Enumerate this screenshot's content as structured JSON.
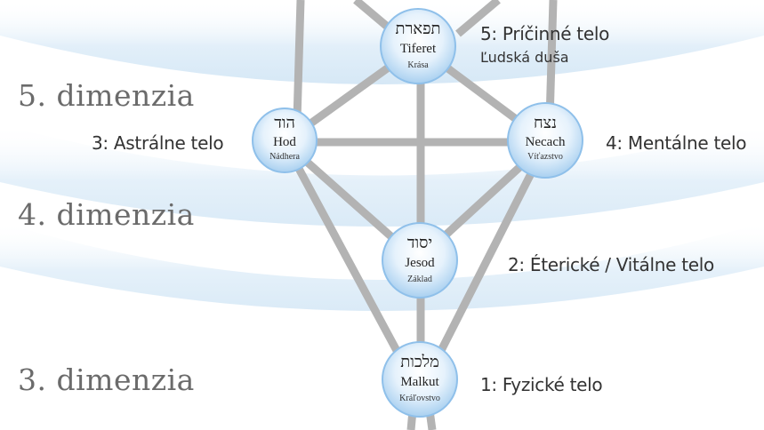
{
  "colors": {
    "band": "#dcecf8",
    "path": "#b3b3b3",
    "node_fill": "#cfe6f8",
    "node_edge": "#7fb6e6",
    "text": "#333333"
  },
  "dimensions": [
    "5. dimenzia",
    "4. dimenzia",
    "3. dimenzia"
  ],
  "nodes": {
    "tiferet": {
      "hebrew": "תפארת",
      "name": "Tiferet",
      "meaning": "Krása"
    },
    "hod": {
      "hebrew": "הוד",
      "name": "Hod",
      "meaning": "Nádhera"
    },
    "necach": {
      "hebrew": "נצח",
      "name": "Necach",
      "meaning": "Víťazstvo"
    },
    "jesod": {
      "hebrew": "יסוד",
      "name": "Jesod",
      "meaning": "Základ"
    },
    "malkut": {
      "hebrew": "מלכות",
      "name": "Malkut",
      "meaning": "Kráľovstvo"
    }
  },
  "bodies": {
    "tiferet": "5: Príčinné telo",
    "tiferet_sub": "Ľudská duša",
    "hod": "3: Astrálne telo",
    "necach": "4: Mentálne telo",
    "jesod": "2: Éterické / Vitálne telo",
    "malkut": "1: Fyzické telo"
  }
}
